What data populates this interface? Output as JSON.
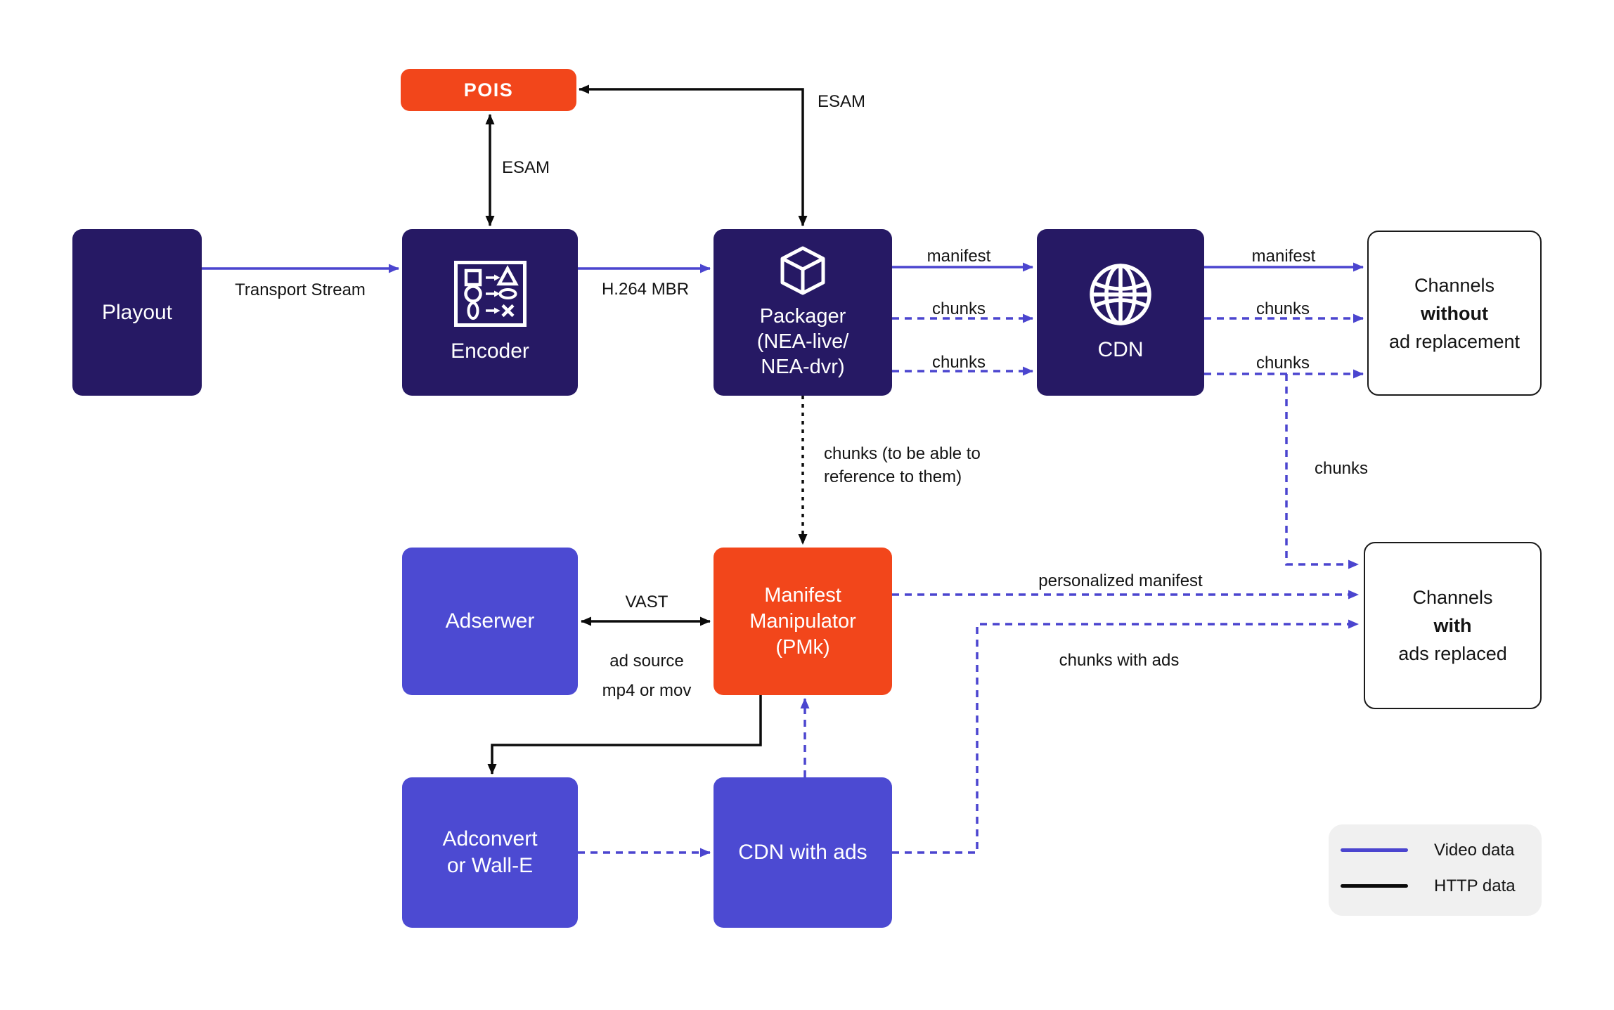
{
  "colors": {
    "navy": "#261964",
    "violet": "#4C4AD2",
    "orange": "#F2461B",
    "video_line": "#4B45CF",
    "http_line": "#0b0b0b"
  },
  "nodes": {
    "pois": {
      "label": "POIS"
    },
    "playout": {
      "label": "Playout"
    },
    "encoder": {
      "label": "Encoder",
      "icon": "shapes-transform-icon"
    },
    "packager": {
      "label": "Packager\n(NEA-live/\nNEA-dvr)",
      "icon": "cube-icon"
    },
    "cdn": {
      "label": "CDN",
      "icon": "globe-icon"
    },
    "channels_without": {
      "line1": "Channels",
      "line2": "without",
      "line3": "ad replacement"
    },
    "adserwer": {
      "label": "Adserwer"
    },
    "manifest_manipulator": {
      "label": "Manifest\nManipulator\n(PMk)"
    },
    "channels_with": {
      "line1": "Channels",
      "line2": "with",
      "line3": "ads replaced"
    },
    "adconvert": {
      "label": "Adconvert\nor Wall-E"
    },
    "cdn_with_ads": {
      "label": "CDN with ads"
    }
  },
  "labels": {
    "transport_stream": "Transport Stream",
    "h264_mbr": "H.264 MBR",
    "esam_pois_encoder": "ESAM",
    "esam_pois_packager": "ESAM",
    "manifest_packager_cdn": "manifest",
    "chunks_packager_cdn_1": "chunks",
    "chunks_packager_cdn_2": "chunks",
    "manifest_cdn_channels": "manifest",
    "chunks_cdn_channels_1": "chunks",
    "chunks_cdn_channels_2": "chunks",
    "chunks_branch": "chunks",
    "chunks_reference": "chunks (to be able to\nreference to them)",
    "vast": "VAST",
    "ad_source": "ad source\nmp4 or mov",
    "personalized_manifest": "personalized manifest",
    "chunks_with_ads": "chunks with ads"
  },
  "legend": {
    "video": "Video data",
    "http": "HTTP data"
  }
}
